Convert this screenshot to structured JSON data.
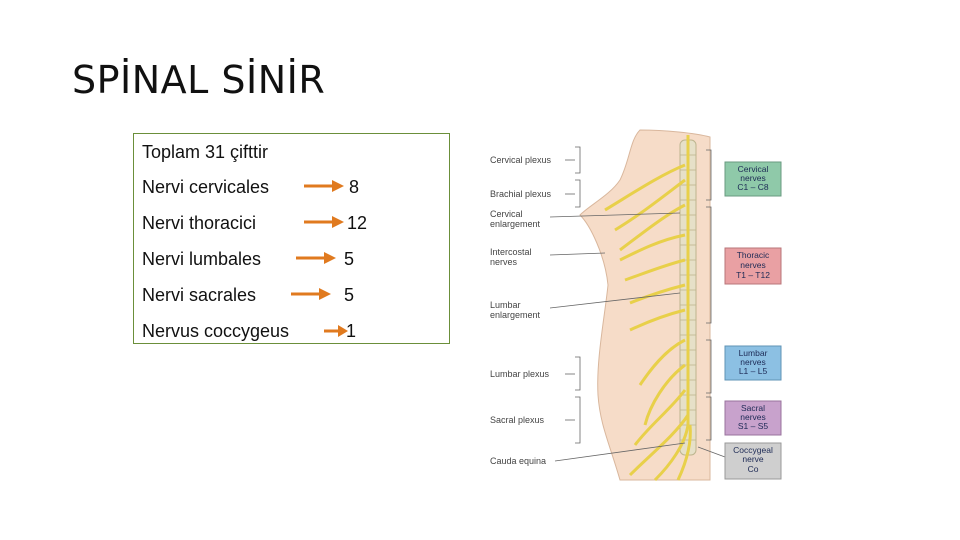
{
  "title": "SPİNAL SİNİR",
  "box": {
    "heading": "Toplam 31 çifttir",
    "rows": [
      {
        "label": "Nervi cervicales",
        "value": "8"
      },
      {
        "label": "Nervi thoracici",
        "value": "12"
      },
      {
        "label": "Nervi lumbales",
        "value": "5"
      },
      {
        "label": "Nervi sacrales",
        "value": "5"
      },
      {
        "label": "Nervus coccygeus",
        "value": "1"
      }
    ],
    "arrow_color": "#e07a1f",
    "border_color": "#6b8f3a"
  },
  "figure": {
    "left_labels": [
      {
        "line1": "Cervical plexus",
        "line2": ""
      },
      {
        "line1": "Brachial plexus",
        "line2": ""
      },
      {
        "line1": "Cervical",
        "line2": "enlargement"
      },
      {
        "line1": "Intercostal",
        "line2": "nerves"
      },
      {
        "line1": "Lumbar",
        "line2": "enlargement"
      },
      {
        "line1": "Lumbar plexus",
        "line2": ""
      },
      {
        "line1": "Sacral plexus",
        "line2": ""
      },
      {
        "line1": "Cauda equina",
        "line2": ""
      }
    ],
    "right_boxes": [
      {
        "line1": "Cervical",
        "line2": "nerves",
        "line3": "C1 – C8",
        "color": "#8fc9a9"
      },
      {
        "line1": "Thoracic",
        "line2": "nerves",
        "line3": "T1 – T12",
        "color": "#e9a0a3"
      },
      {
        "line1": "Lumbar",
        "line2": "nerves",
        "line3": "L1 – L5",
        "color": "#8cc0e3"
      },
      {
        "line1": "Sacral",
        "line2": "nerves",
        "line3": "S1 – S5",
        "color": "#c8a2cc"
      },
      {
        "line1": "Coccygeal",
        "line2": "nerve",
        "line3": "Co",
        "color": "#cfcfcf"
      }
    ]
  }
}
